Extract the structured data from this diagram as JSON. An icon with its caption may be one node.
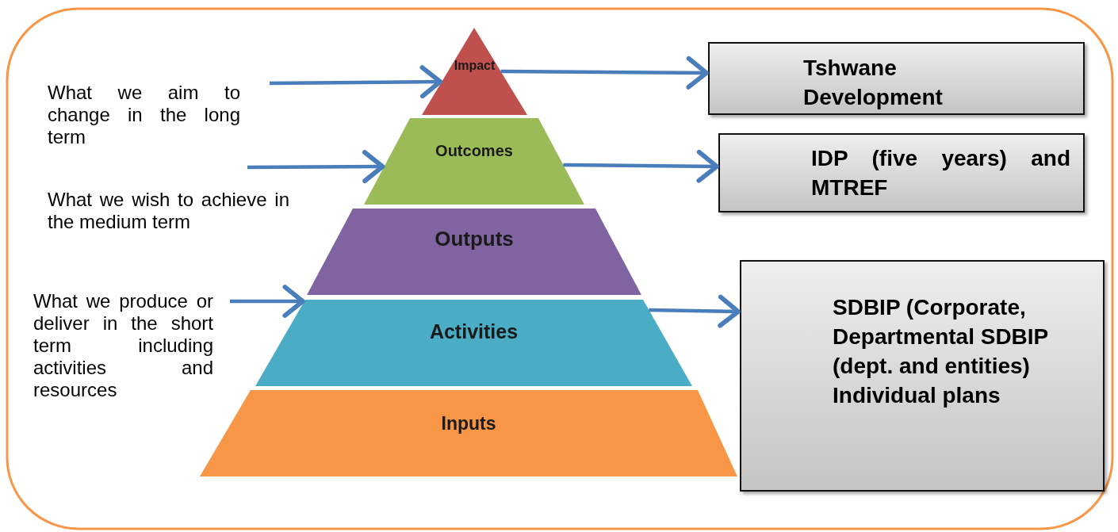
{
  "diagram": {
    "nodes": [
      {
        "text": [
          "Impact"
        ]
      },
      {
        "text": [
          "Outcomes"
        ]
      },
      {
        "text": [
          "Outputs"
        ]
      },
      {
        "text": [
          "Activities"
        ]
      },
      {
        "text": [
          "Inputs"
        ]
      },
      {
        "text": [
          "Tshwane Development"
        ]
      },
      {
        "text": [
          "IDP (five years) and MTREF"
        ]
      },
      {
        "text": [
          "SDBIP (Corporate, Departmental SDBIP (dept. and entities) Individual plans"
        ]
      }
    ],
    "edges": [
      {
        "from": null,
        "to": 0,
        "arrow": "to"
      },
      {
        "from": null,
        "to": 1,
        "arrow": "to"
      },
      {
        "from": null,
        "to": 3,
        "arrow": "to"
      },
      {
        "from": 0,
        "to": 5,
        "arrow": "to"
      },
      {
        "from": 1,
        "to": 6,
        "arrow": "to"
      },
      {
        "from": 3,
        "to": 7,
        "arrow": "to"
      }
    ],
    "labels": [
      "What we aim to change in the long term",
      "What we wish to achieve in the medium term",
      "What we produce or deliver in the short term including activities and resources"
    ]
  }
}
